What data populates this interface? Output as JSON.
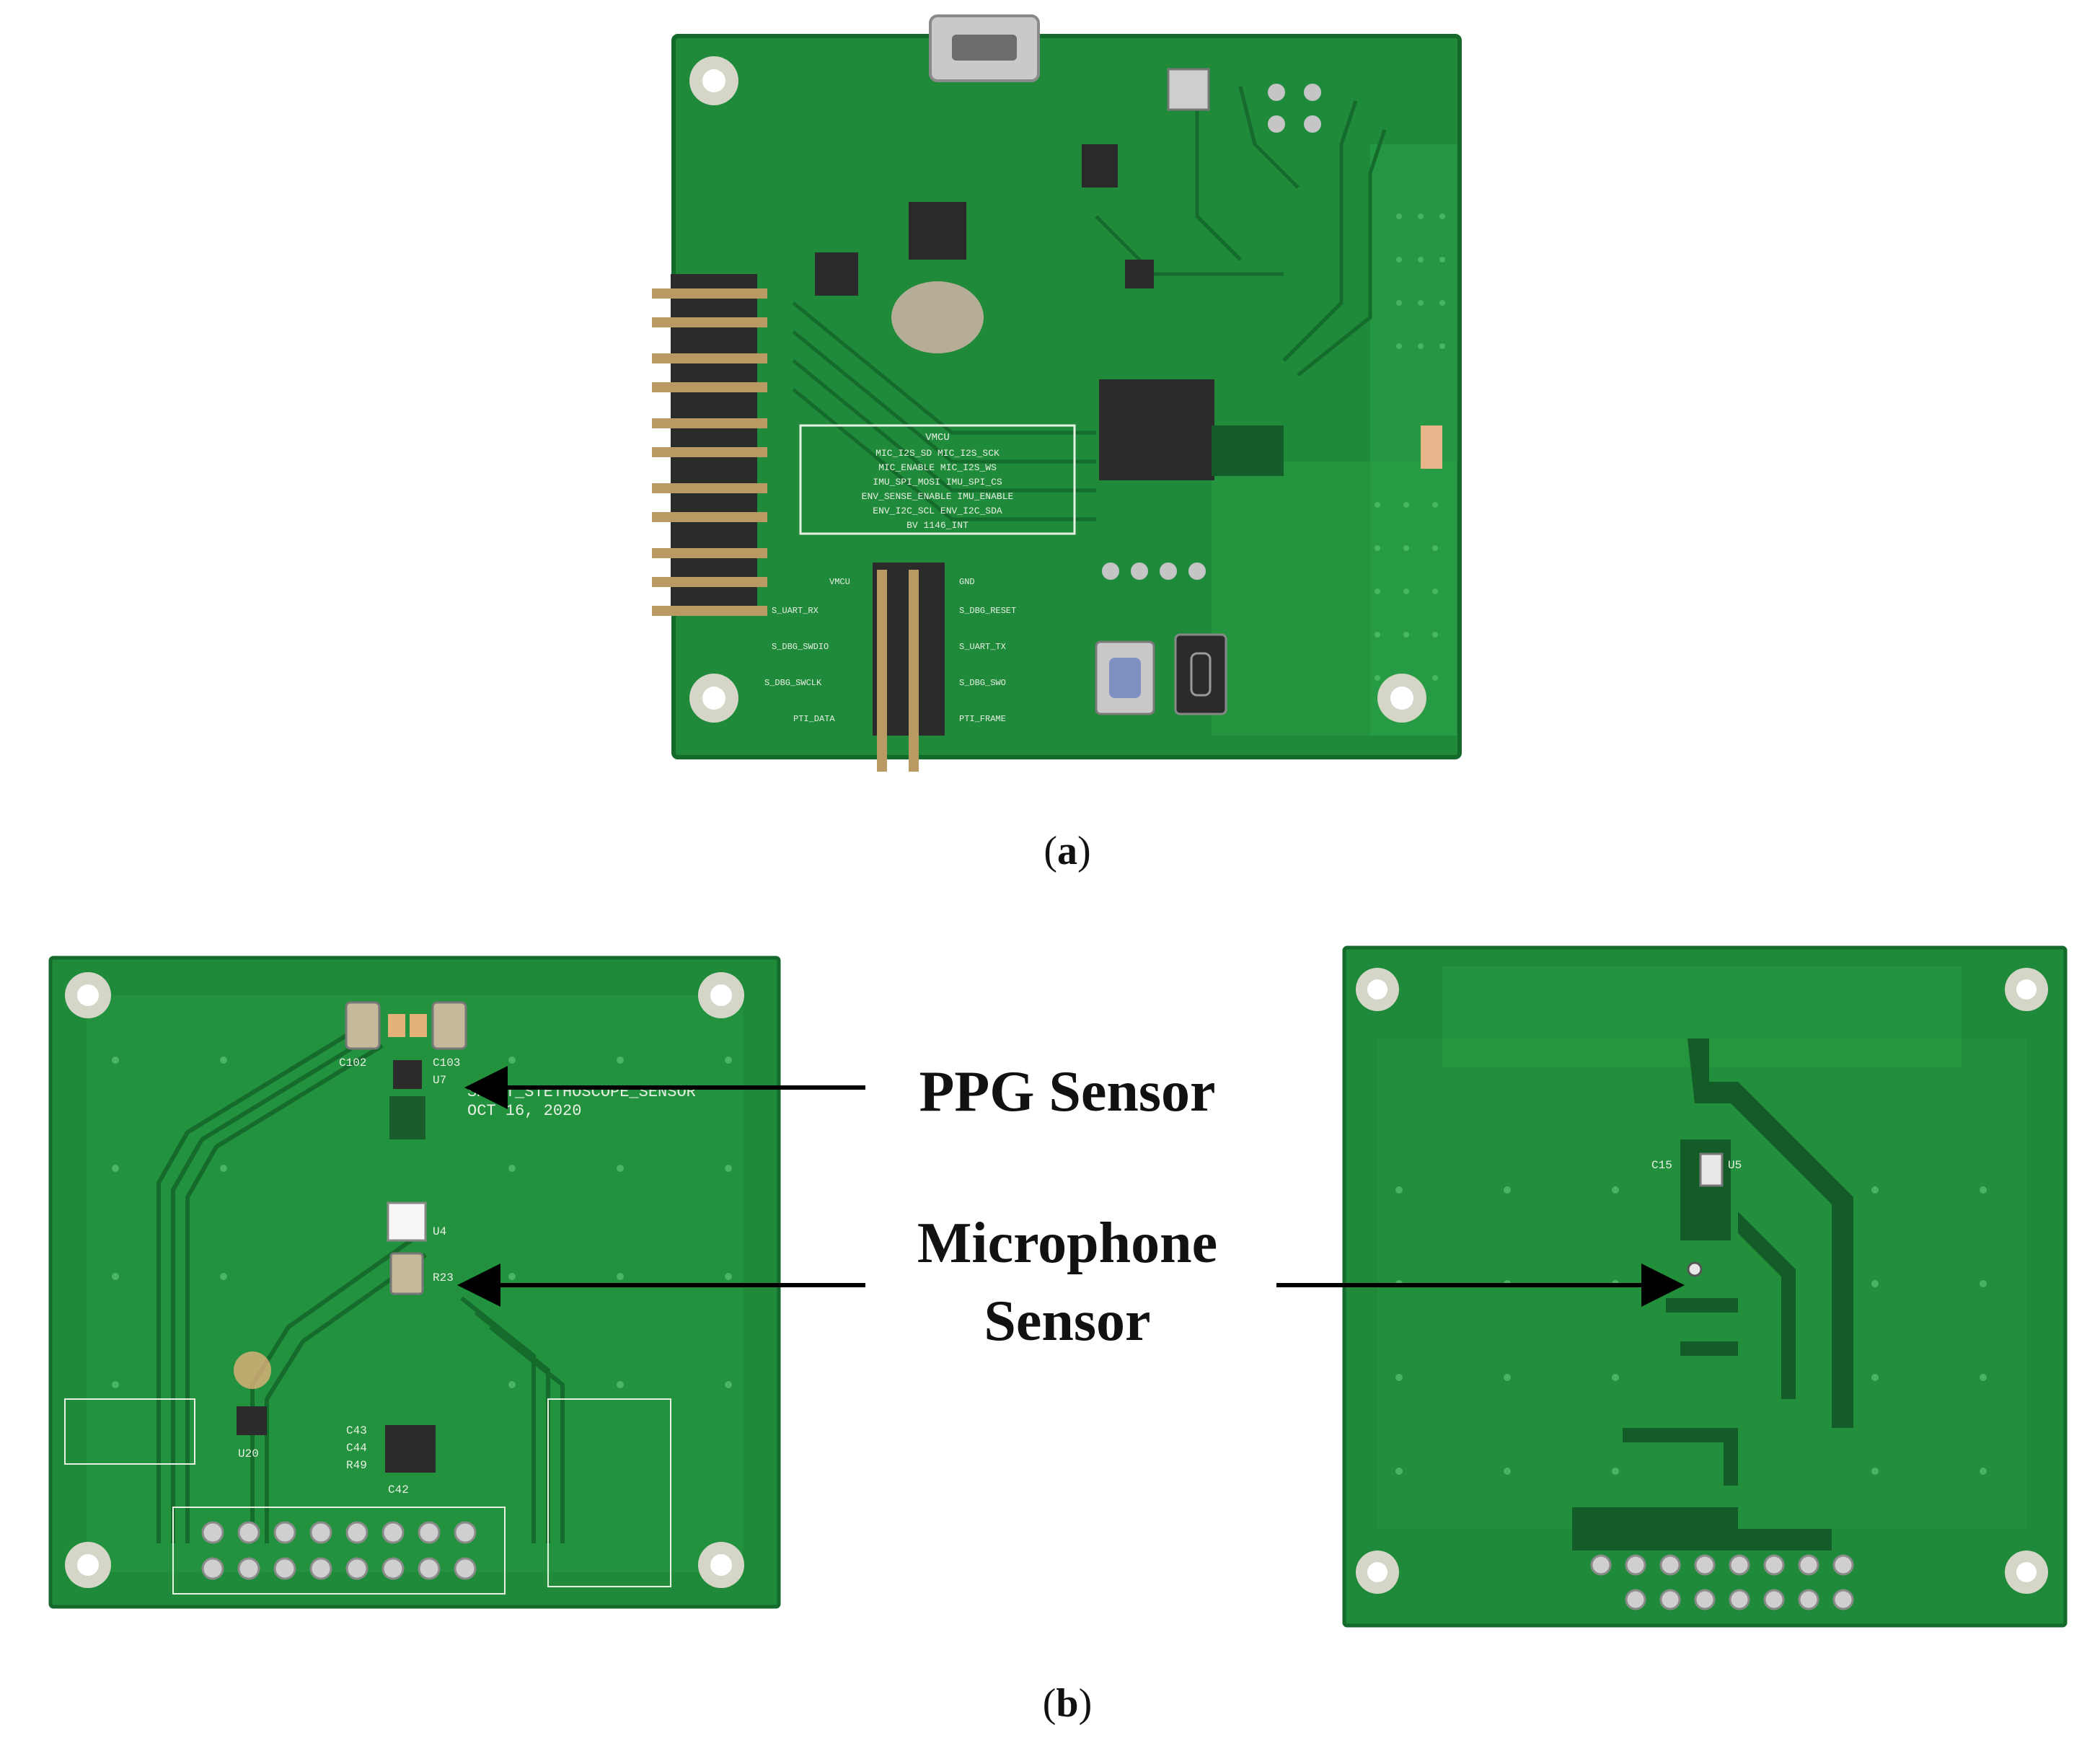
{
  "figure": {
    "panel_a": {
      "caption_open": "(",
      "caption_letter": "a",
      "caption_close": ")"
    },
    "panel_b": {
      "caption_open": "(",
      "caption_letter": "b",
      "caption_close": ")"
    }
  },
  "callouts": {
    "ppg": "PPG Sensor",
    "microphone_line1": "Microphone",
    "microphone_line2": "Sensor"
  },
  "board_a_silkscreen": {
    "header_title": "VMCU",
    "rows": [
      "MIC_I2S_SD   MIC_I2S_SCK",
      "MIC_ENABLE   MIC_I2S_WS",
      "IMU_SPI_MOSI  IMU_SPI_CS",
      "ENV_SENSE_ENABLE  IMU_ENABLE",
      "ENV_I2C_SCL  ENV_I2C_SDA",
      "BV  1146_INT"
    ],
    "bottom_header_labels": [
      "VMCU",
      "GND",
      "S_UART_RX",
      "S_DBG_RESET",
      "S_DBG_SWDIO",
      "S_UART_TX",
      "S_DBG_SWCLK",
      "S_DBG_SWO",
      "PTI_DATA",
      "PTI_FRAME"
    ]
  },
  "board_b_front_silkscreen": {
    "title": "SMART_STETHOSCOPE_SENSOR",
    "date": "OCT 16, 2020",
    "labels": [
      "C102",
      "C103",
      "U7",
      "U4",
      "R23",
      "U20",
      "C43",
      "C44",
      "R49",
      "C42"
    ]
  },
  "board_b_back_silkscreen": {
    "labels": [
      "C15",
      "U5"
    ]
  },
  "colors": {
    "pcb_green": "#1f8a3a",
    "pcb_dark": "#145c27",
    "pcb_light": "#2fa44c",
    "silkscreen": "#e8f0e4",
    "arrow": "#000000"
  }
}
